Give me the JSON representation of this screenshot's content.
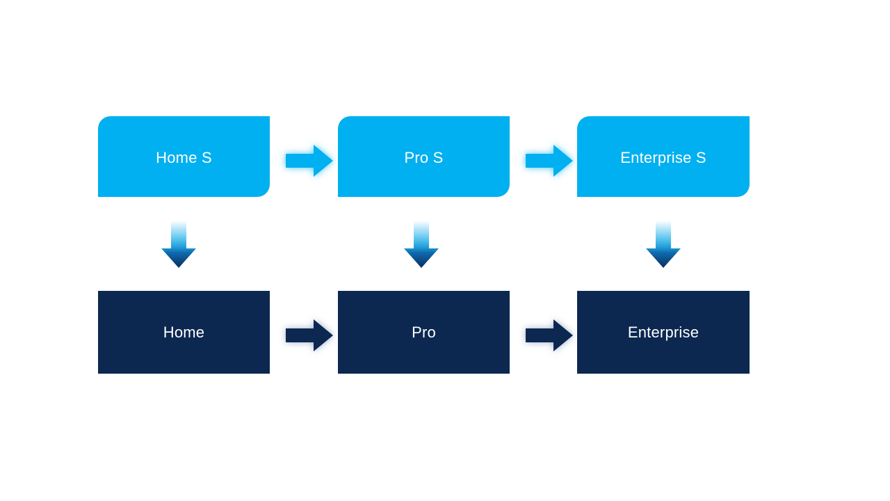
{
  "diagram": {
    "colors": {
      "canvas_bg": "#ffffff",
      "light_blue": "#00b0f0",
      "dark_navy": "#0c2850",
      "label_text": "#ffffff",
      "light_glow": "#00b0f0b8",
      "dark_glow": "#7e93b8c0",
      "down_g1": "#ffffff",
      "down_g2": "#bfe8fa",
      "down_g3": "#5ec5ef",
      "down_g4": "#1f9fd9",
      "down_g5": "#0e6aae",
      "down_g6": "#0a2c5e"
    },
    "columns": [
      {
        "top_label": "Home S",
        "bottom_label": "Home"
      },
      {
        "top_label": "Pro S",
        "bottom_label": "Pro"
      },
      {
        "top_label": "Enterprise S",
        "bottom_label": "Enterprise"
      }
    ],
    "icons": {
      "right_arrow": "block-arrow-right",
      "down_arrow": "block-arrow-down"
    }
  }
}
